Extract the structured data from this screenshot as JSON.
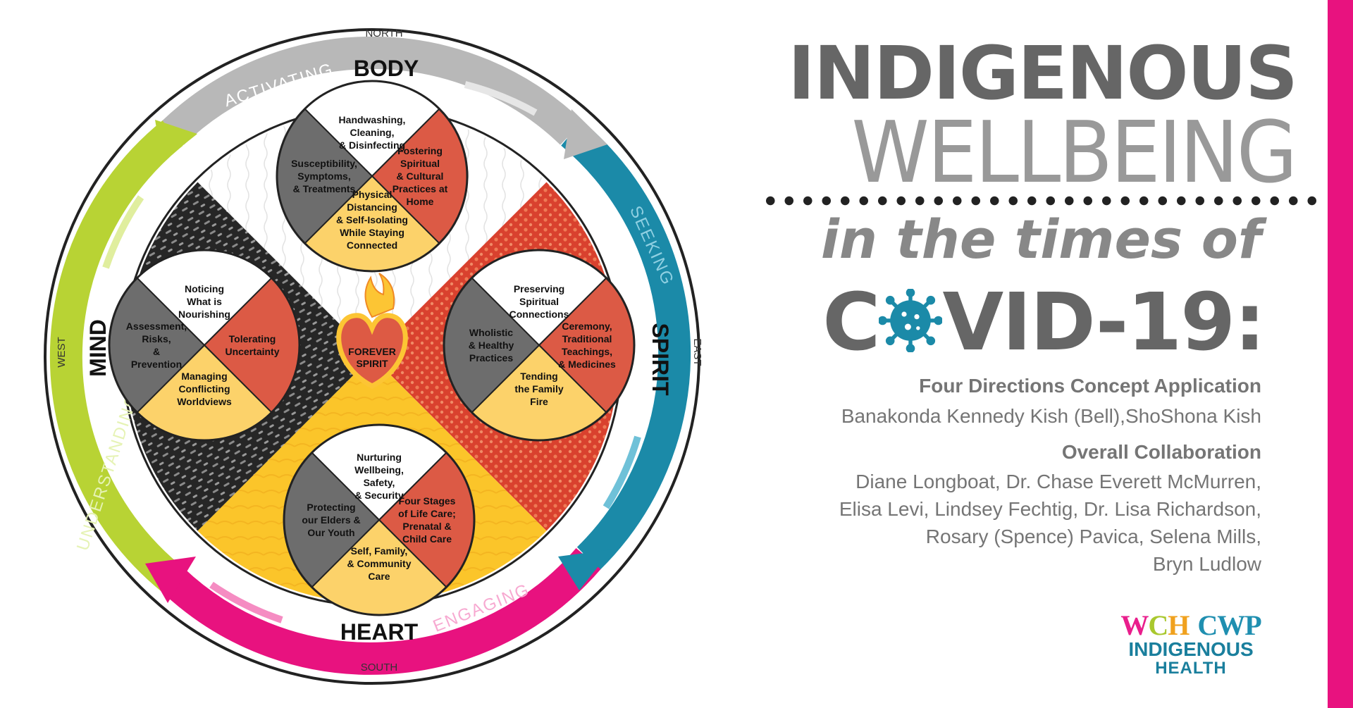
{
  "wheel": {
    "directions": {
      "north": "NORTH",
      "south": "SOUTH",
      "east": "EAST",
      "west": "WEST"
    },
    "quadrants": {
      "body": "BODY",
      "spirit": "SPIRIT",
      "heart": "HEART",
      "mind": "MIND"
    },
    "arrows": {
      "activating": "ACTIVATING",
      "seeking": "SEEKING",
      "engaging": "ENGAGING",
      "understanding": "UNDERSTANDING"
    },
    "center": [
      "FOREVER",
      "SPIRIT"
    ],
    "body_circle": {
      "top": [
        "Handwashing,",
        "Cleaning,",
        "& Disinfecting"
      ],
      "left": [
        "Susceptibility,",
        "Symptoms,",
        "& Treatments"
      ],
      "right": [
        "Fostering",
        "Spiritual",
        "& Cultural",
        "Practices at",
        "Home"
      ],
      "bottom": [
        "Physical",
        "Distancing",
        "& Self-Isolating",
        "While Staying",
        "Connected"
      ]
    },
    "mind_circle": {
      "top": [
        "Noticing",
        "What is",
        "Nourishing"
      ],
      "left": [
        "Assessment,",
        "Risks,",
        "&",
        "Prevention"
      ],
      "right": [
        "Tolerating",
        "Uncertainty"
      ],
      "bottom": [
        "Managing",
        "Conflicting",
        "Worldviews"
      ]
    },
    "spirit_circle": {
      "top": [
        "Preserving",
        "Spiritual",
        "Connections"
      ],
      "left": [
        "Wholistic",
        "& Healthy",
        "Practices"
      ],
      "right": [
        "Ceremony,",
        "Traditional",
        "Teachings,",
        "& Medicines"
      ],
      "bottom": [
        "Tending",
        "the Family",
        "Fire"
      ]
    },
    "heart_circle": {
      "top": [
        "Nurturing",
        "Wellbeing,",
        "Safety,",
        "& Security"
      ],
      "left": [
        "Protecting",
        "our Elders &",
        "Our Youth"
      ],
      "right": [
        "Four Stages",
        "of Life Care;",
        "Prenatal &",
        "Child Care"
      ],
      "bottom": [
        "Self, Family,",
        "& Community",
        "Care"
      ]
    }
  },
  "title": {
    "line1": "INDIGENOUS",
    "line2": "WELLBEING",
    "line3": "in the times of",
    "line4_pre": "C",
    "line4_post": "VID-19:"
  },
  "credits": {
    "heading1": "Four Directions Concept Application",
    "names1": "Banakonda Kennedy Kish (Bell),ShoShona Kish",
    "heading2": "Overall Collaboration",
    "names2": [
      "Diane Longboat, Dr. Chase Everett McMurren,",
      "Elisa Levi, Lindsey Fechtig, Dr. Lisa Richardson,",
      "Rosary (Spence) Pavica, Selena Mills,",
      "Bryn Ludlow"
    ]
  },
  "logo": {
    "w": "W",
    "c": "C",
    "h": "H",
    "cwp": "CWP",
    "line2": "INDIGENOUS",
    "line3": "HEALTH"
  },
  "colors": {
    "body": "#b3b3b3",
    "spirit": "#1b8aa8",
    "heart": "#e8127f",
    "mind": "#b8d334",
    "red": "#dc5a45",
    "yellow": "#fcd26a",
    "grey": "#6d6d6d",
    "black": "#2a2a2a",
    "gold": "#fbc52a"
  }
}
